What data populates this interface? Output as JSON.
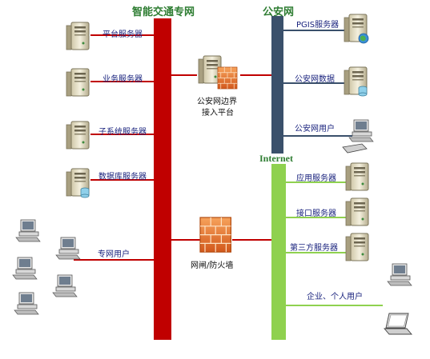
{
  "titles": {
    "its_network": "智能交通专网",
    "police_network": "公安网",
    "internet": "Internet"
  },
  "left_servers": [
    {
      "label": "平台服务器",
      "icon": "server-icon"
    },
    {
      "label": "业务服务器",
      "icon": "server-icon"
    },
    {
      "label": "子系统服务器",
      "icon": "server-icon"
    },
    {
      "label": "数据库服务器",
      "icon": "database-server-icon"
    }
  ],
  "private_users": {
    "label": "专网用户",
    "icon": "desktop-computer-icon"
  },
  "gateway_platform": {
    "line1": "公安网边界",
    "line2": "接入平台",
    "icon": "server-firewall-icon"
  },
  "firewall": {
    "label": "网闸/防火墙",
    "icon": "firewall-icon"
  },
  "police_nodes": [
    {
      "label": "PGIS服务器",
      "icon": "globe-server-icon"
    },
    {
      "label": "公安网数据",
      "icon": "database-server-icon"
    },
    {
      "label": "公安网用户",
      "icon": "desktop-computer-icon"
    }
  ],
  "internet_nodes": [
    {
      "label": "应用服务器",
      "icon": "server-icon"
    },
    {
      "label": "接口服务器",
      "icon": "server-icon"
    },
    {
      "label": "第三方服务器",
      "icon": "server-icon"
    }
  ],
  "enterprise_users": {
    "label": "企业、个人用户",
    "icon": "laptop-icon"
  },
  "colors": {
    "its_bus": "#c00000",
    "police_bus": "#3a506b",
    "internet_bus": "#8fd14f",
    "title": "#2e7d32",
    "label": "#1a237e"
  }
}
